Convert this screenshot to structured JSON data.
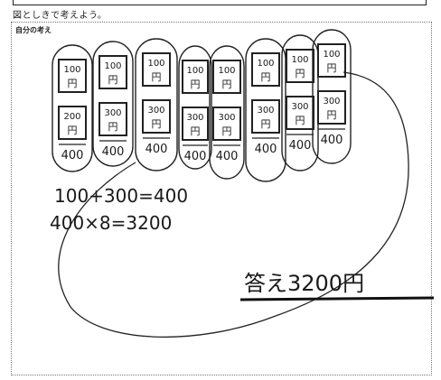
{
  "prompt": "図としきで考えよう。",
  "box_label": "自分の考え",
  "groups": [
    {
      "top": "100",
      "top_unit": "円",
      "bottom": "200",
      "bottom_unit": "円",
      "sum": "400"
    },
    {
      "top": "100",
      "top_unit": "円",
      "bottom": "300",
      "bottom_unit": "円",
      "sum": "400"
    },
    {
      "top": "100",
      "top_unit": "円",
      "bottom": "300",
      "bottom_unit": "円",
      "sum": "400"
    },
    {
      "top": "100",
      "top_unit": "円",
      "bottom": "300",
      "bottom_unit": "円",
      "sum": "400"
    },
    {
      "top": "100",
      "top_unit": "円",
      "bottom": "300",
      "bottom_unit": "円",
      "sum": "400"
    },
    {
      "top": "100",
      "top_unit": "円",
      "bottom": "300",
      "bottom_unit": "円",
      "sum": "400"
    },
    {
      "top": "100",
      "top_unit": "円",
      "bottom": "300",
      "bottom_unit": "円",
      "sum": "400"
    },
    {
      "top": "100",
      "top_unit": "円",
      "bottom": "300",
      "bottom_unit": "円",
      "sum": "400"
    }
  ],
  "equation1": "100+300=400",
  "equation2": "400×8=3200",
  "answer": "答え3200円"
}
